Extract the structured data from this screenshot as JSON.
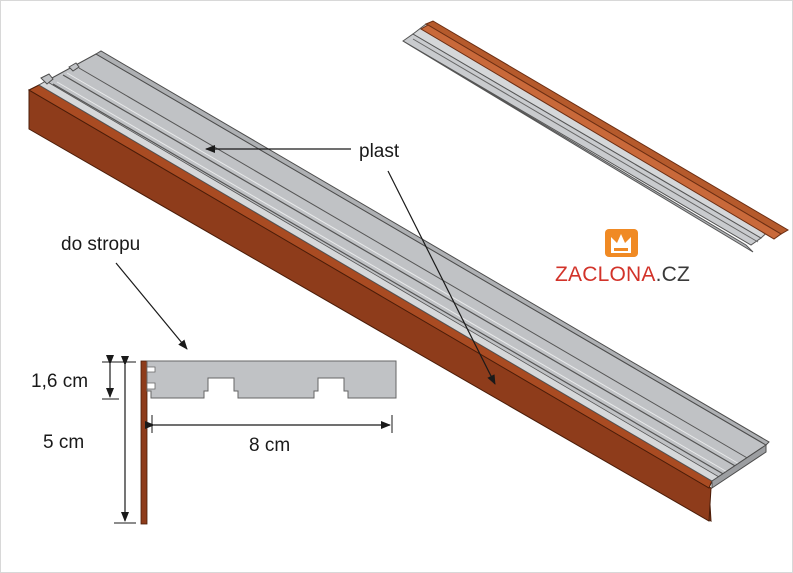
{
  "labels": {
    "plast": "plast",
    "do_stropu": "do stropu",
    "height_small": "1,6 cm",
    "height_total": "5 cm",
    "width": "8 cm"
  },
  "brand": {
    "name": "ZACLONA",
    "tld": ".CZ",
    "logo_icon": "crown-icon",
    "colors": {
      "red": "#d2332a",
      "orange": "#f08a24",
      "dark": "#3a3a3a"
    }
  },
  "colors": {
    "aluminium": "#c0c2c5",
    "aluminium_light": "#d6d8da",
    "wood": "#8e3c1b",
    "wood_light": "#b5582c",
    "line": "#333333"
  }
}
